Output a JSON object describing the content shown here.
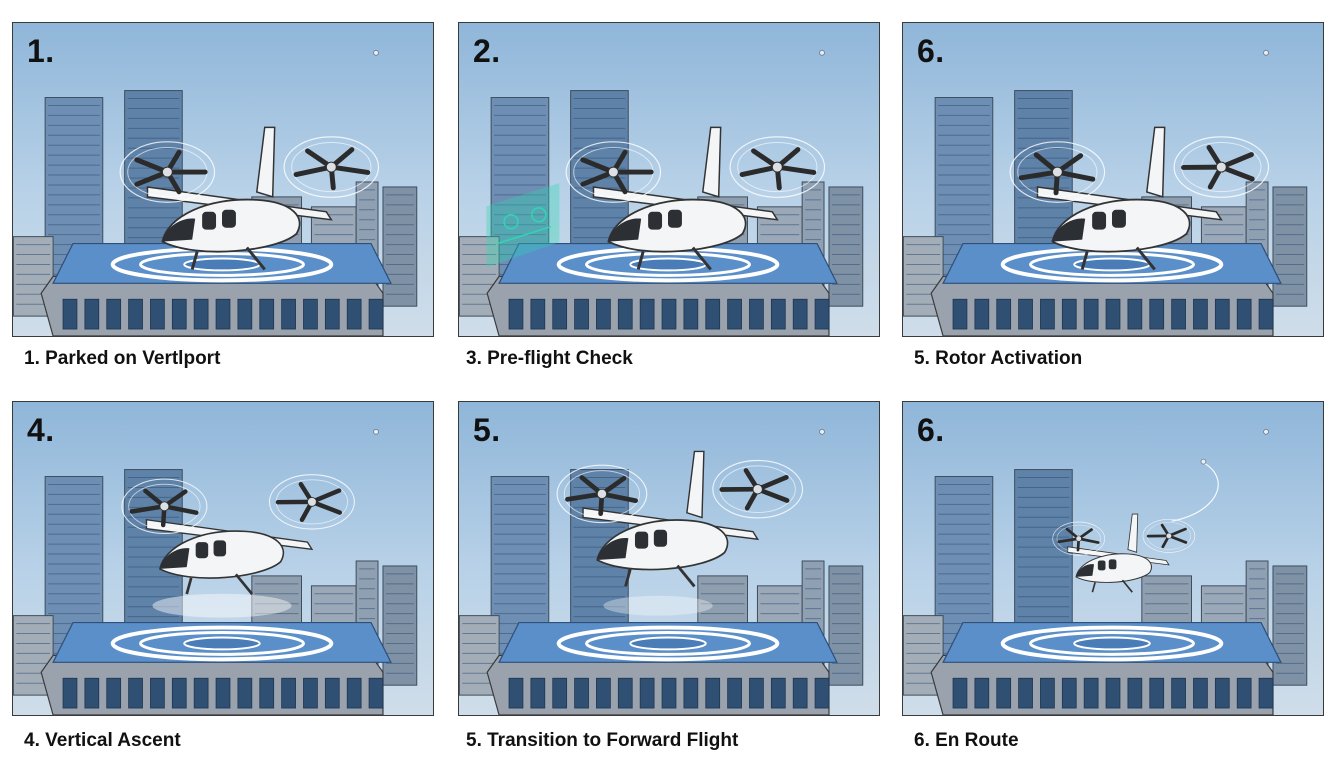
{
  "panels": [
    {
      "number": "1.",
      "caption": "1. Parked on Vertlport",
      "stage": "parked"
    },
    {
      "number": "2.",
      "caption": "3. Pre-flight Check",
      "stage": "preflight"
    },
    {
      "number": "6.",
      "caption": "5. Rotor Activation",
      "stage": "rotor"
    },
    {
      "number": "4.",
      "caption": "4. Vertical Ascent",
      "stage": "ascent"
    },
    {
      "number": "5.",
      "caption": "5. Transition to Forward Flight",
      "stage": "transition"
    },
    {
      "number": "6.",
      "caption": "6. En Route",
      "stage": "enroute"
    }
  ],
  "colors": {
    "sky_top": "#8fb6d9",
    "sky_bottom": "#cfdde9",
    "helipad": "#5b8fc9",
    "building": "#9aa3ad",
    "window": "#2f4f73",
    "aircraft": "#f4f5f7",
    "rotor": "#2b2b2b",
    "hud": "#2fd6b4"
  }
}
